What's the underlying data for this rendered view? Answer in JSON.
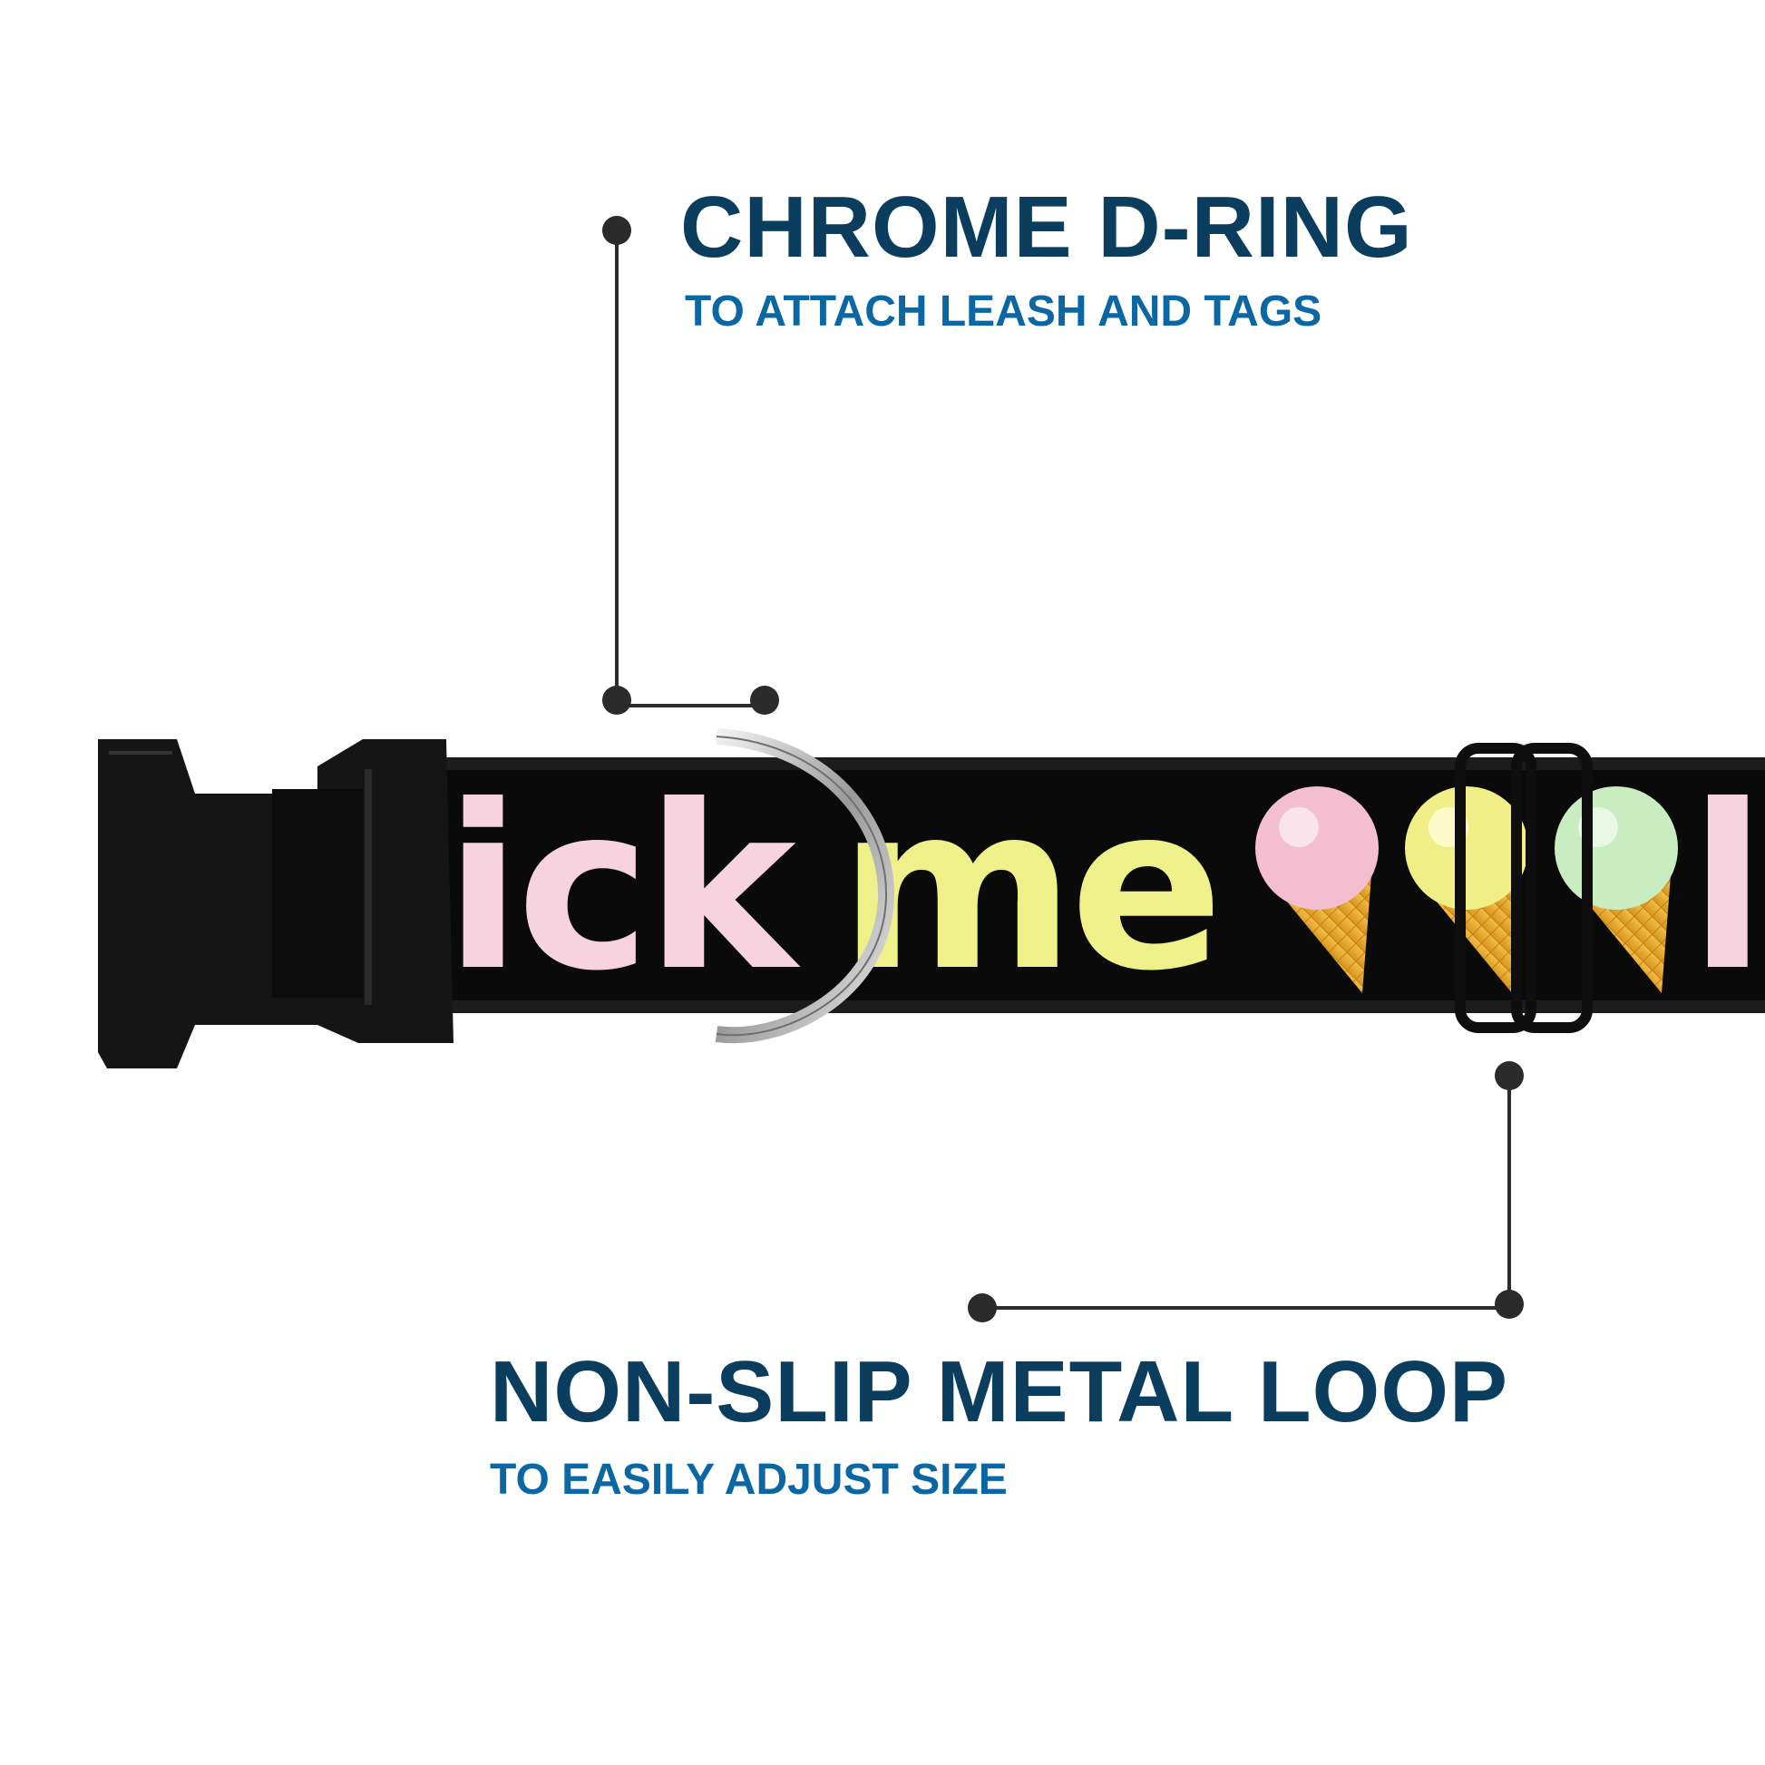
{
  "callouts": {
    "d_ring": {
      "title": "CHROME D-RING",
      "subtitle": "TO ATTACH LEASH AND TAGS"
    },
    "loop": {
      "title": "NON-SLIP METAL LOOP",
      "subtitle": "TO EASILY ADJUST SIZE"
    }
  },
  "collar_print": {
    "word1": "lick",
    "word2": "me",
    "word3": "li"
  },
  "colors": {
    "title": "#0b3d5f",
    "subtitle": "#0a67a3",
    "strap": "#0a0a0a",
    "pink": "#f6d3df",
    "yellow": "#eef18a",
    "mint": "#cdeec6",
    "cone": "#e9b23b"
  }
}
